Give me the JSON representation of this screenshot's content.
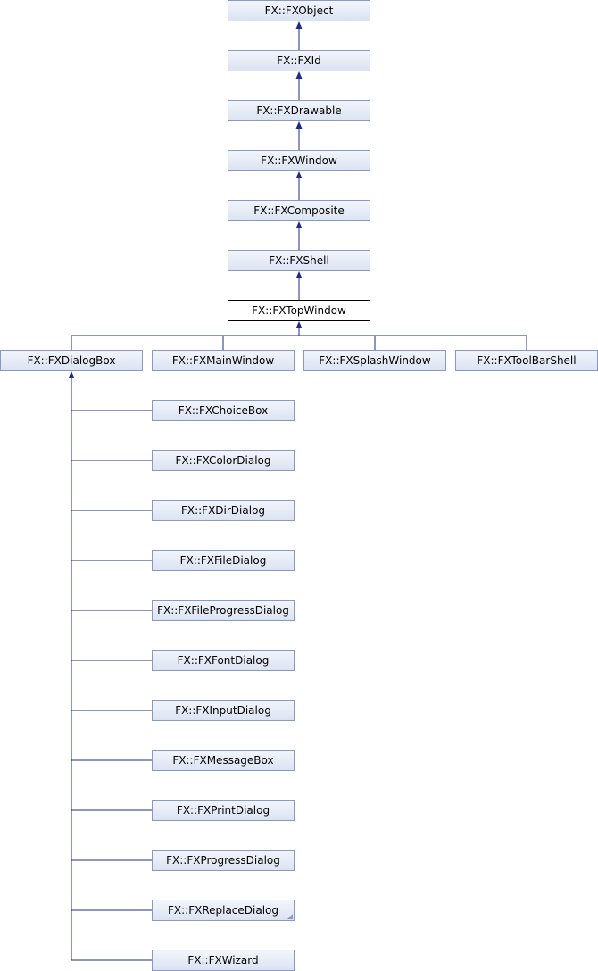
{
  "colors": {
    "edge": "#1c2b8a",
    "node_border": "#8a99c3",
    "node_fill_top": "#f2f5fb",
    "node_fill_bottom": "#dbe3f2",
    "current_border": "#000000"
  },
  "ancestors": [
    "FX::FXObject",
    "FX::FXId",
    "FX::FXDrawable",
    "FX::FXWindow",
    "FX::FXComposite",
    "FX::FXShell"
  ],
  "current": "FX::FXTopWindow",
  "children": [
    "FX::FXDialogBox",
    "FX::FXMainWindow",
    "FX::FXSplashWindow",
    "FX::FXToolBarShell"
  ],
  "dialog_children": [
    "FX::FXChoiceBox",
    "FX::FXColorDialog",
    "FX::FXDirDialog",
    "FX::FXFileDialog",
    "FX::FXFileProgressDialog",
    "FX::FXFontDialog",
    "FX::FXInputDialog",
    "FX::FXMessageBox",
    "FX::FXPrintDialog",
    "FX::FXProgressDialog",
    "FX::FXReplaceDialog",
    "FX::FXWizard"
  ],
  "truncated_nodes": [
    "FX::FXReplaceDialog"
  ]
}
